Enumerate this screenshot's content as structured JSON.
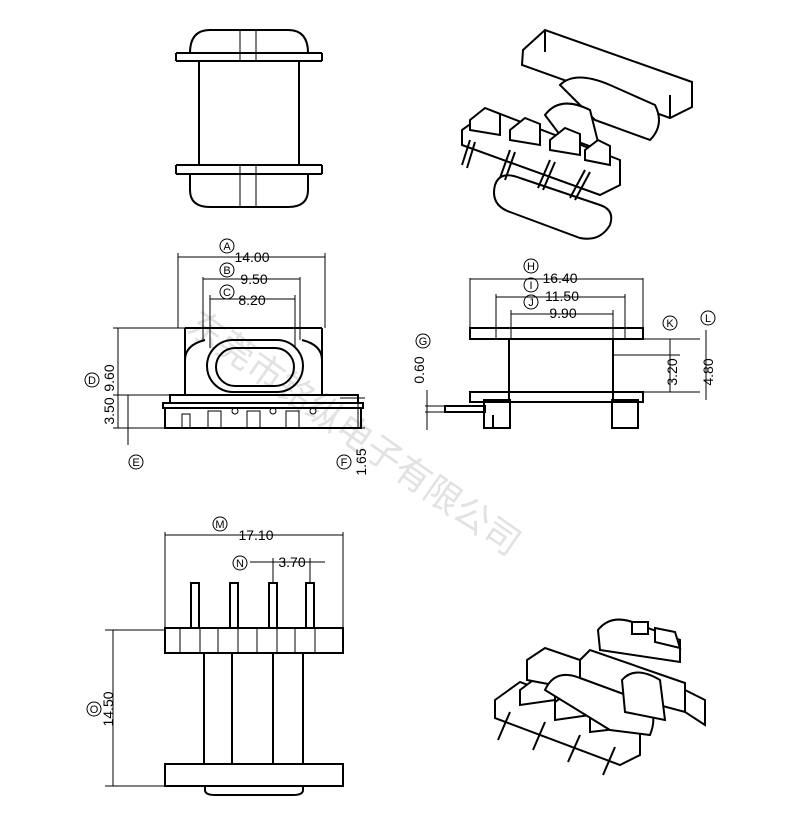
{
  "dimensions": {
    "A": {
      "letter": "A",
      "value": "14.00"
    },
    "B": {
      "letter": "B",
      "value": "9.50"
    },
    "C": {
      "letter": "C",
      "value": "8.20"
    },
    "D": {
      "letter": "D",
      "value": "9.60"
    },
    "D2": {
      "value": "3.50"
    },
    "E": {
      "letter": "E"
    },
    "F": {
      "letter": "F",
      "value": "1.65"
    },
    "G": {
      "letter": "G",
      "value": "0.60"
    },
    "H": {
      "letter": "H",
      "value": "16.40"
    },
    "I": {
      "letter": "I",
      "value": "11.50"
    },
    "J": {
      "letter": "J",
      "value": "9.90"
    },
    "K": {
      "letter": "K",
      "value": "3.20"
    },
    "L": {
      "letter": "L",
      "value": "4.80"
    },
    "M": {
      "letter": "M",
      "value": "17.10"
    },
    "N": {
      "letter": "N",
      "value": "3.70"
    },
    "O": {
      "letter": "O",
      "value": "14.50"
    }
  },
  "watermark": "东莞市铭纵电子有限公司"
}
